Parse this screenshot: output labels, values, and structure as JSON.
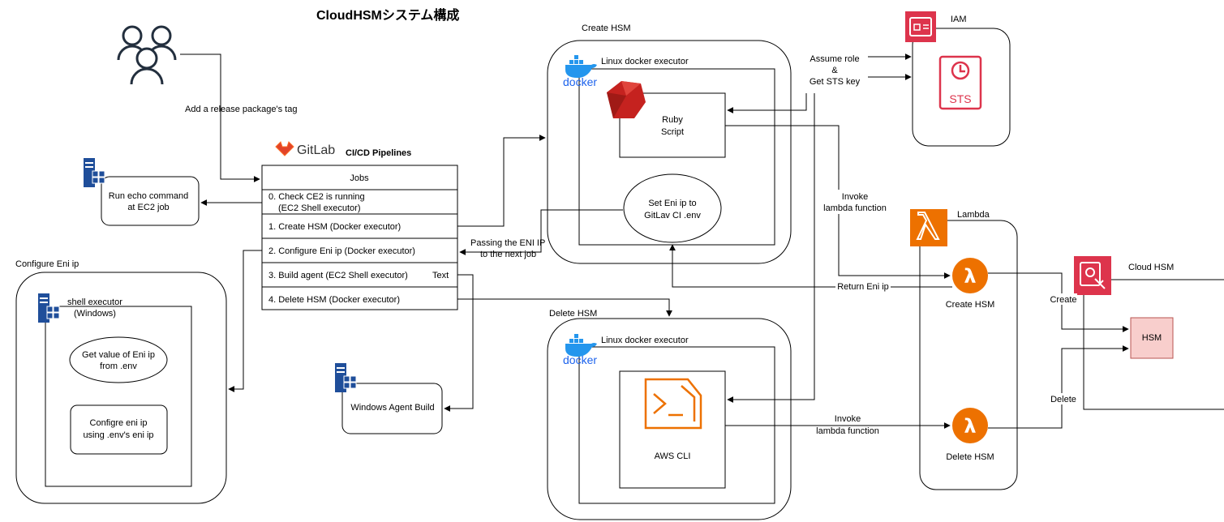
{
  "title": "CloudHSMシステム構成",
  "users": {
    "edge_label": "Add a release package's tag"
  },
  "gitlab": {
    "logo_text": "GitLab",
    "pipelines_label": "CI/CD Pipelines",
    "jobs_header": "Jobs",
    "jobs": [
      {
        "line1": "0. Check CE2 is running",
        "line2": "(EC2 Shell executor)"
      },
      {
        "line1": "1. Create HSM (Docker executor)"
      },
      {
        "line1": "2. Configure Eni ip (Docker executor)"
      },
      {
        "line1": "3. Build agent (EC2 Shell executor)",
        "extra": "Text"
      },
      {
        "line1": "4. Delete HSM (Docker executor)"
      }
    ]
  },
  "ec2_echo": {
    "line1": "Run echo command",
    "line2": "at EC2 job"
  },
  "configure_eni": {
    "group_label": "Configure Eni ip",
    "executor_line1": "shell executor",
    "executor_line2": "(Windows)",
    "get_value_line1": "Get value of Eni ip",
    "get_value_line2": "from .env",
    "configure_line1": "Configre eni ip",
    "configure_line2": "using .env's eni ip"
  },
  "windows_agent": {
    "label": "Windows Agent Build"
  },
  "create_hsm": {
    "group_label": "Create HSM",
    "executor_label": "Linux docker executor",
    "docker_text": "docker",
    "ruby_line1": "Ruby",
    "ruby_line2": "Script",
    "seteni_line1": "Set Eni ip to",
    "seteni_line2": "GitLav CI .env"
  },
  "delete_hsm": {
    "group_label": "Delete HSM",
    "executor_label": "Linux docker executor",
    "docker_text": "docker",
    "cli_label": "AWS CLI"
  },
  "edges": {
    "passing_line1": "Passing the ENI IP",
    "passing_line2": "to the next job",
    "assume_line1": "Assume role",
    "assume_line2": "&",
    "assume_line3": "Get STS key",
    "invoke1_line1": "Invoke",
    "invoke1_line2": "lambda function",
    "return_eni": "Return Eni ip",
    "invoke2_line1": "Invoke",
    "invoke2_line2": "lambda function",
    "create": "Create",
    "delete": "Delete"
  },
  "iam": {
    "label": "IAM",
    "sts_text": "STS"
  },
  "lambda": {
    "label": "Lambda",
    "create_hsm": "Create HSM",
    "delete_hsm": "Delete HSM"
  },
  "cloudhsm": {
    "label": "Cloud HSM",
    "hsm": "HSM"
  },
  "colors": {
    "security_red": "#DD344C",
    "lambda_orange": "#ED7100",
    "gitlab_orange": "#E24329",
    "docker_blue": "#2496ED",
    "windows_blue": "#1F4E9A",
    "ruby_red": "#C5221F",
    "hsm_fill": "#F8CECC",
    "hsm_stroke": "#B85450"
  }
}
